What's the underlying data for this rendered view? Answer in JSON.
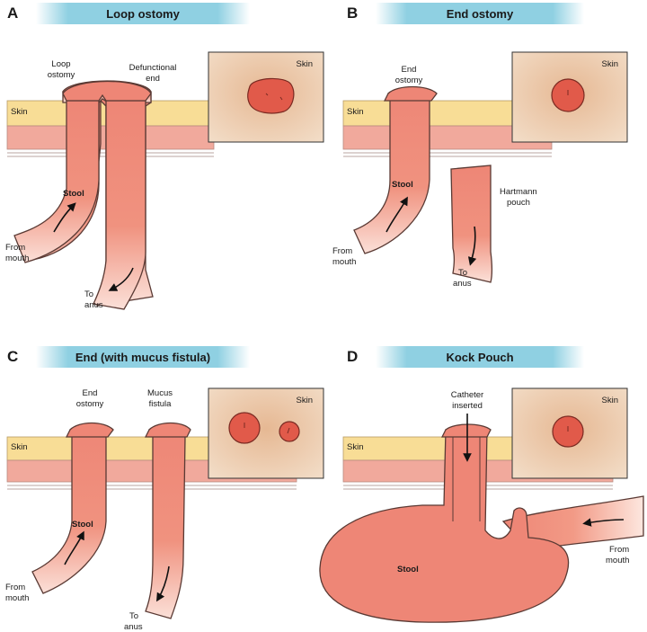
{
  "colors": {
    "banner": "#8fd0e2",
    "skin_layer": "#f8dd96",
    "tissue_layer": "#f1a99c",
    "inset_bg": "#e9c5a4",
    "bowel": "#ee8676",
    "stoma": "#e15a4a"
  },
  "panels": {
    "a": {
      "letter": "A",
      "title": "Loop ostomy",
      "skin_label": "Skin",
      "inset_label": "Skin",
      "loop_ostomy": [
        "Loop",
        "ostomy"
      ],
      "defunctional_end": [
        "Defunctional",
        "end"
      ],
      "stool": "Stool",
      "from_mouth": [
        "From",
        "mouth"
      ],
      "to_anus": [
        "To",
        "anus"
      ]
    },
    "b": {
      "letter": "B",
      "title": "End ostomy",
      "skin_label": "Skin",
      "inset_label": "Skin",
      "end_ostomy": [
        "End",
        "ostomy"
      ],
      "stool": "Stool",
      "hartmann": [
        "Hartmann",
        "pouch"
      ],
      "from_mouth": [
        "From",
        "mouth"
      ],
      "to_anus": [
        "To",
        "anus"
      ]
    },
    "c": {
      "letter": "C",
      "title": "End (with mucus fistula)",
      "skin_label": "Skin",
      "inset_label": "Skin",
      "end_ostomy": [
        "End",
        "ostomy"
      ],
      "mucus_fistula": [
        "Mucus",
        "fistula"
      ],
      "stool": "Stool",
      "from_mouth": [
        "From",
        "mouth"
      ],
      "to_anus": [
        "To",
        "anus"
      ]
    },
    "d": {
      "letter": "D",
      "title": "Kock Pouch",
      "skin_label": "Skin",
      "inset_label": "Skin",
      "catheter": [
        "Catheter",
        "inserted"
      ],
      "stool": "Stool",
      "from_mouth": [
        "From",
        "mouth"
      ]
    }
  }
}
